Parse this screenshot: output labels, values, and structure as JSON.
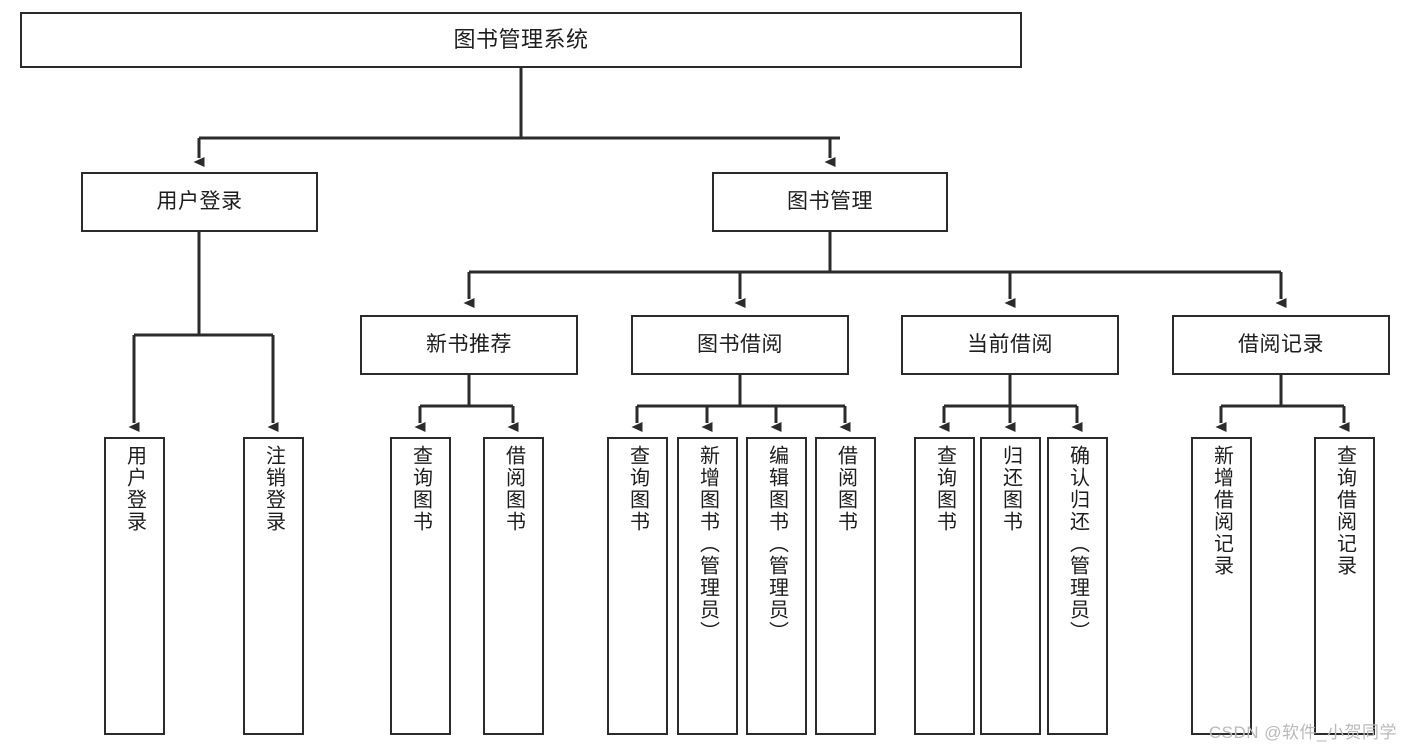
{
  "diagram": {
    "title": "图书管理系统",
    "watermark": "CSDN @软件_小贺同学",
    "stroke_color": "#2b2b2b",
    "background_color": "#ffffff",
    "text_color": "#1d1d1d",
    "watermark_color": "#b9b9b9",
    "type": "tree",
    "orientation": "top-down"
  },
  "nodes": {
    "root": {
      "label": "图书管理系统",
      "level": 0
    },
    "level1": [
      {
        "id": "user-login",
        "label": "用户登录"
      },
      {
        "id": "book-manage",
        "label": "图书管理"
      }
    ],
    "level2": [
      {
        "id": "new-book-recommend",
        "label": "新书推荐",
        "parent": "book-manage"
      },
      {
        "id": "book-borrow",
        "label": "图书借阅",
        "parent": "book-manage"
      },
      {
        "id": "current-borrow",
        "label": "当前借阅",
        "parent": "book-manage"
      },
      {
        "id": "borrow-record",
        "label": "借阅记录",
        "parent": "book-manage"
      }
    ],
    "leaves": [
      {
        "id": "leaf-user-login",
        "label": "用户登录",
        "parent": "user-login"
      },
      {
        "id": "leaf-user-logout",
        "label": "注销登录",
        "parent": "user-login"
      },
      {
        "id": "leaf-query-book-rec",
        "label": "查询图书",
        "parent": "new-book-recommend"
      },
      {
        "id": "leaf-borrow-book-rec",
        "label": "借阅图书",
        "parent": "new-book-recommend"
      },
      {
        "id": "leaf-query-book-bor",
        "label": "查询图书",
        "parent": "book-borrow"
      },
      {
        "id": "leaf-add-book",
        "label": "新增图书（管理员）",
        "parent": "book-borrow"
      },
      {
        "id": "leaf-edit-book",
        "label": "编辑图书（管理员）",
        "parent": "book-borrow"
      },
      {
        "id": "leaf-borrow-book",
        "label": "借阅图书",
        "parent": "book-borrow"
      },
      {
        "id": "leaf-query-book-cur",
        "label": "查询图书",
        "parent": "current-borrow"
      },
      {
        "id": "leaf-return-book",
        "label": "归还图书",
        "parent": "current-borrow"
      },
      {
        "id": "leaf-confirm-return",
        "label": "确认归还（管理员）",
        "parent": "current-borrow"
      },
      {
        "id": "leaf-add-record",
        "label": "新增借阅记录",
        "parent": "borrow-record"
      },
      {
        "id": "leaf-query-record",
        "label": "查询借阅记录",
        "parent": "borrow-record"
      }
    ]
  }
}
